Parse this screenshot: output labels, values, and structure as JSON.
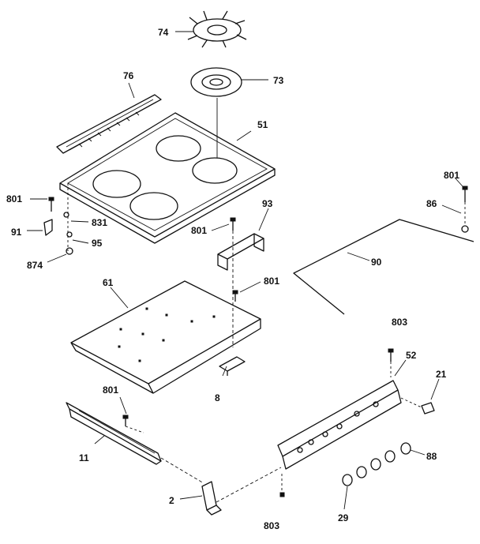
{
  "diagram": {
    "callouts": {
      "c74": "74",
      "c73": "73",
      "c76": "76",
      "c51": "51",
      "c801_left": "801",
      "c831": "831",
      "c91": "91",
      "c95": "95",
      "c874": "874",
      "c801_mid": "801",
      "c93": "93",
      "c801_right": "801",
      "c86": "86",
      "c90": "90",
      "c61": "61",
      "c801_center": "801",
      "c803_top": "803",
      "c52": "52",
      "c21": "21",
      "c801_lower": "801",
      "c8": "8",
      "c11": "11",
      "c88": "88",
      "c2": "2",
      "c29": "29",
      "c803_bottom": "803"
    }
  }
}
